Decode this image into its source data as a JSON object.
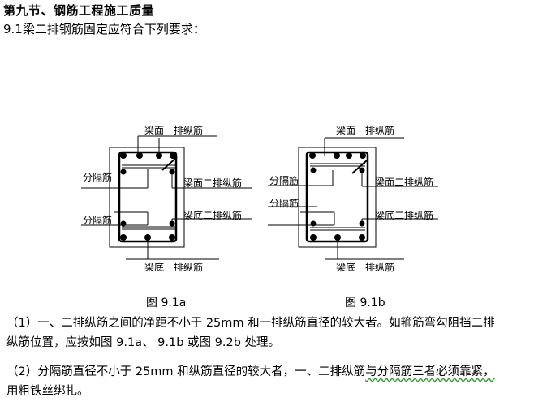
{
  "title": "第九节、钢筋工程施工质量",
  "intro": "9.1梁二排钢筋固定应符合下列要求：",
  "figures": [
    {
      "caption": "图 9.1a",
      "labels": {
        "top_first": "梁面一排纵筋",
        "top_second": "梁面二排纵筋",
        "spacer_top": "分隔筋",
        "spacer_bottom": "分隔筋",
        "bottom_second": "梁底二排纵筋",
        "bottom_first": "梁底一排纵筋"
      }
    },
    {
      "caption": "图 9.1b",
      "labels": {
        "top_first": "梁面一排纵筋",
        "top_second": "梁面二排纵筋",
        "spacer_top": "分隔筋",
        "spacer_bottom": "分隔筋",
        "bottom_second": "梁底二排纵筋",
        "bottom_first": "梁底一排纵筋"
      }
    }
  ],
  "paragraphs": [
    {
      "line1": "（1）一、二排纵筋之间的净距不小于 25mm 和一排纵筋直径的较大者。如箍筋弯勾阻挡二排",
      "line2": "纵筋位置，应按如图 9.1a、 9.1b 或图 9.2b 处理。"
    },
    {
      "line1_a": "（2）分隔筋直径不小于 25mm 和纵筋直径的较大者，一、二排纵筋",
      "line1_b": "与分隔筋三者必须靠紧，",
      "line2": "用粗铁丝绑扎。"
    }
  ]
}
